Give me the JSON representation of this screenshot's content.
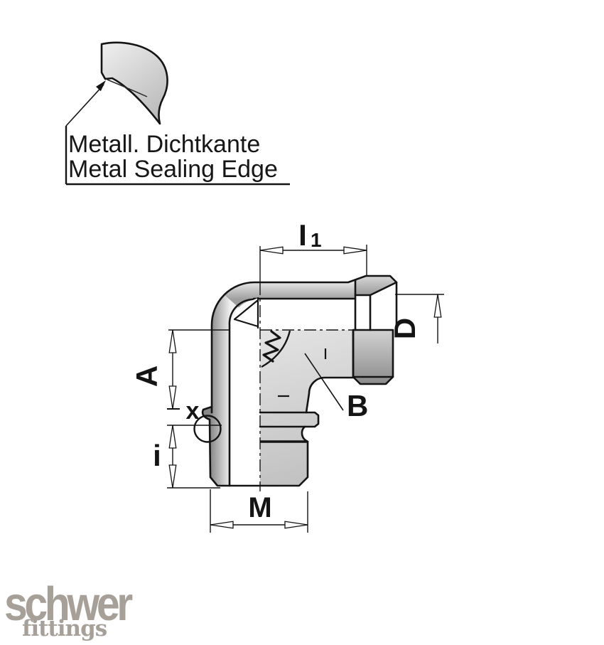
{
  "callout": {
    "line1": "Metall. Dichtkante",
    "line2": "Metal Sealing Edge"
  },
  "dimensions": {
    "l1": {
      "main": "I",
      "sub": "1"
    },
    "d": "D",
    "a": "A",
    "x": "x",
    "i": "i",
    "m": "M",
    "b": "B"
  },
  "logo": {
    "brand": "schwer",
    "tagline": "fittings"
  },
  "colors": {
    "line": "#141414",
    "logo_gray": "#a6a098",
    "metal_light": "#efefef",
    "metal_mid": "#cccccc",
    "metal_dark": "#8c8c8c"
  }
}
